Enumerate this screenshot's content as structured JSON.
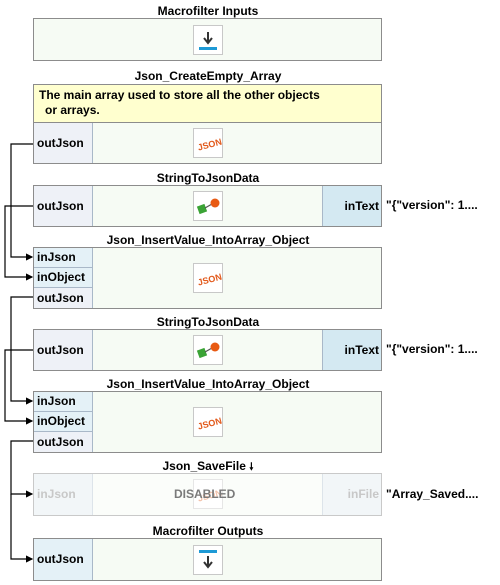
{
  "macrofilter_inputs": {
    "title": "Macrofilter Inputs"
  },
  "create_empty_array": {
    "title": "Json_CreateEmpty_Array",
    "comment_line1": "The main array used to store all the other objects",
    "comment_line2": "or arrays.",
    "out_port": "outJson"
  },
  "string_to_json_1": {
    "title": "StringToJsonData",
    "out_port": "outJson",
    "in_port": "inText",
    "in_value": "\"{\"version\": 1...."
  },
  "insert_value_1": {
    "title": "Json_InsertValue_IntoArray_Object",
    "in_json": "inJson",
    "in_object": "inObject",
    "out_port": "outJson"
  },
  "string_to_json_2": {
    "title": "StringToJsonData",
    "out_port": "outJson",
    "in_port": "inText",
    "in_value": "\"{\"version\": 1...."
  },
  "insert_value_2": {
    "title": "Json_InsertValue_IntoArray_Object",
    "in_json": "inJson",
    "in_object": "inObject",
    "out_port": "outJson"
  },
  "save_file": {
    "title": "Json_SaveFile",
    "title_marker": "🠗",
    "in_json": "inJson",
    "in_file": "inFile",
    "state": "DISABLED",
    "in_file_value": "\"Array_Saved...."
  },
  "macrofilter_outputs": {
    "title": "Macrofilter Outputs",
    "in_port": "outJson"
  },
  "colors": {
    "block_bg": "#f6fbf4",
    "port_bg": "#e4f1f7",
    "right_port_bg": "#d4e9f2",
    "comment_bg": "#ffffcf",
    "icon_blue": "#1e9ad6",
    "json_icon": "#e25a1c"
  }
}
